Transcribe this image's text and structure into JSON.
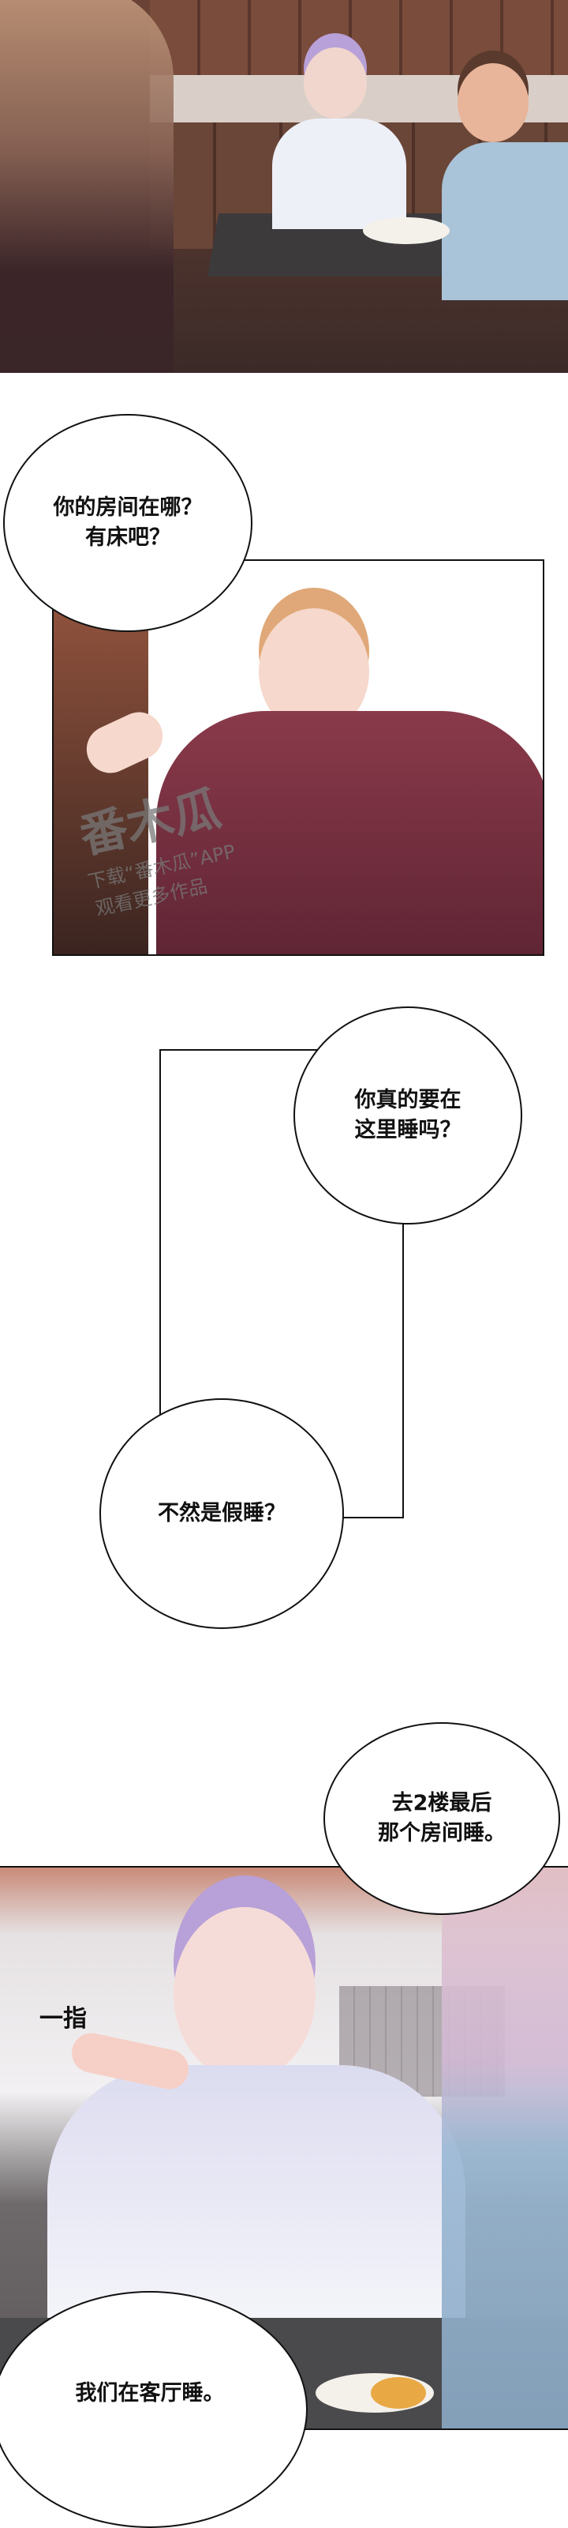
{
  "panels": [
    {
      "scene": "kitchen-table-three-men"
    },
    {
      "scene": "blond-man-leaning-on-door"
    },
    {
      "scene": "empty-frame"
    },
    {
      "scene": "purple-haired-man-pointing"
    }
  ],
  "dialogue": {
    "bubble_1": "你的房间在哪？\n有床吧？",
    "bubble_2": "你真的要在\n这里睡吗？",
    "bubble_3": "不然是假睡？",
    "bubble_4": "去2楼最后\n那个房间睡。",
    "sfx_point": "一指",
    "bubble_5": "我们在客厅睡。"
  },
  "watermark": {
    "logo": "番木瓜",
    "line1": "下载“番木瓜”APP",
    "line2": "观看更多作品"
  },
  "colors": {
    "kitchen_brown": "#5a3a30",
    "shirt_maroon": "#7a2c3c",
    "hair_blond": "#e0a878",
    "hair_purple": "#b8a0d8"
  }
}
